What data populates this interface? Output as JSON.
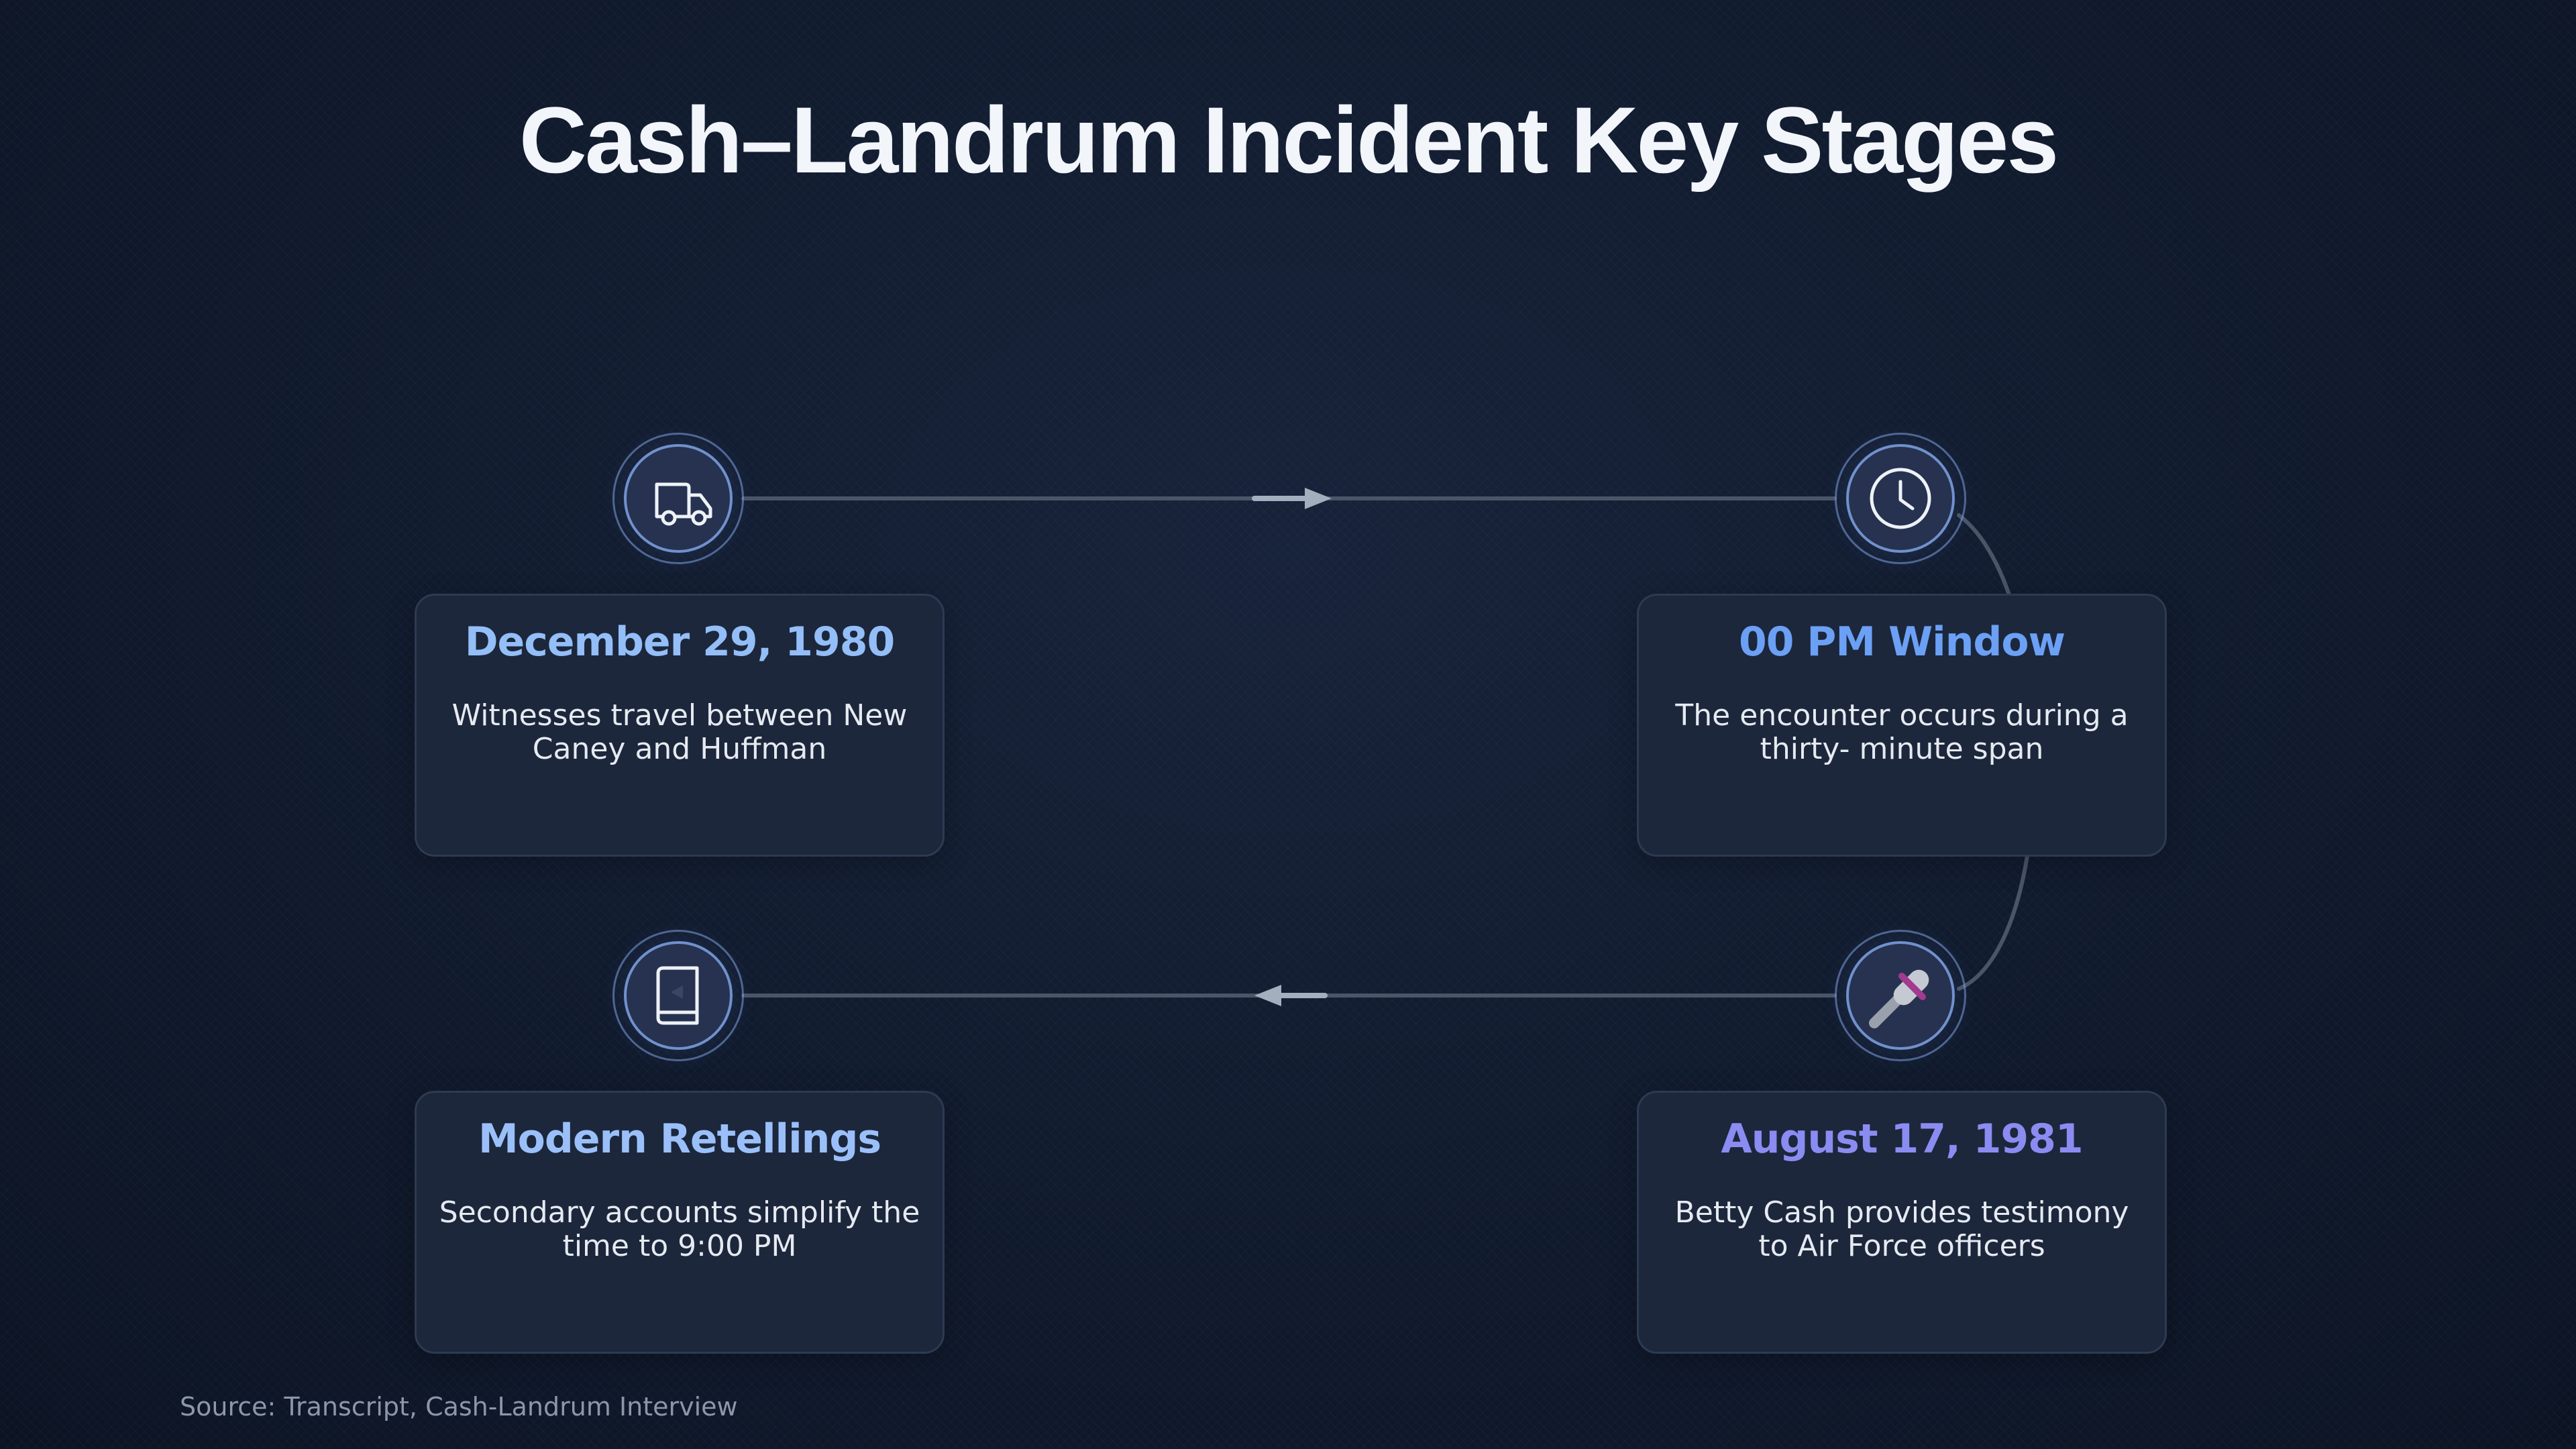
{
  "title": "Cash–Landrum Incident Key Stages",
  "stages": [
    {
      "title": "December 29, 1980",
      "description": "Witnesses travel between New Caney and Huffman",
      "icon": "truck-icon",
      "color": "#94bef7"
    },
    {
      "title": "00 PM Window",
      "description": "The encounter occurs during a thirty- minute span",
      "icon": "clock-icon",
      "color": "#6ba0f5"
    },
    {
      "title": "August 17, 1981",
      "description": "Betty Cash provides testimony to Air Force officers",
      "icon": "microphone-icon",
      "color": "#8b8cf1"
    },
    {
      "title": "Modern Retellings",
      "description": "Secondary accounts simplify the time to 9:00 PM",
      "icon": "book-icon",
      "color": "#9bc0f9"
    }
  ],
  "source": "Source: Transcript, Cash-Landrum Interview"
}
